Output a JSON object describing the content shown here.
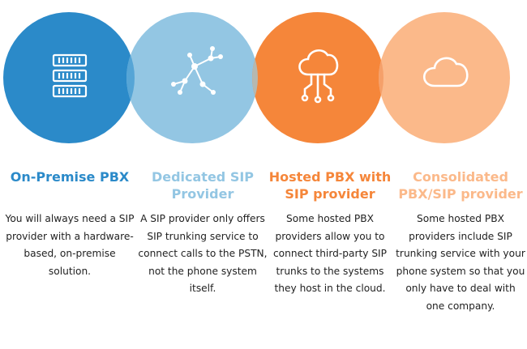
{
  "colors": {
    "blue": "#2b8ac9",
    "light_blue": "#93c6e3",
    "orange": "#f5863a",
    "light_orange": "#fbb98a",
    "overlap_blue": "#56a5d6",
    "overlap_orange": "#f5a06a",
    "overlap_mid": "#b6b8b0"
  },
  "columns": [
    {
      "title": "On-Premise PBX",
      "icon": "server-icon",
      "color": "#2b8ac9",
      "description": "You will always need a SIP provider with a hardware-based, on-premise solution."
    },
    {
      "title": "Dedicated SIP Provider",
      "icon": "network-icon",
      "color": "#93c6e3",
      "description": "A SIP provider only offers SIP trunking service to connect calls to the PSTN, not the phone system itself."
    },
    {
      "title": "Hosted PBX with SIP provider",
      "icon": "cloud-circuit-icon",
      "color": "#f5863a",
      "description": "Some hosted PBX providers allow you to connect third-party SIP trunks to the systems they host in the cloud."
    },
    {
      "title": "Consolidated PBX/SIP provider",
      "icon": "cloud-icon",
      "color": "#fbb98a",
      "description": "Some hosted PBX providers include SIP trunking service with your phone system so that you only have to deal with one company."
    }
  ]
}
